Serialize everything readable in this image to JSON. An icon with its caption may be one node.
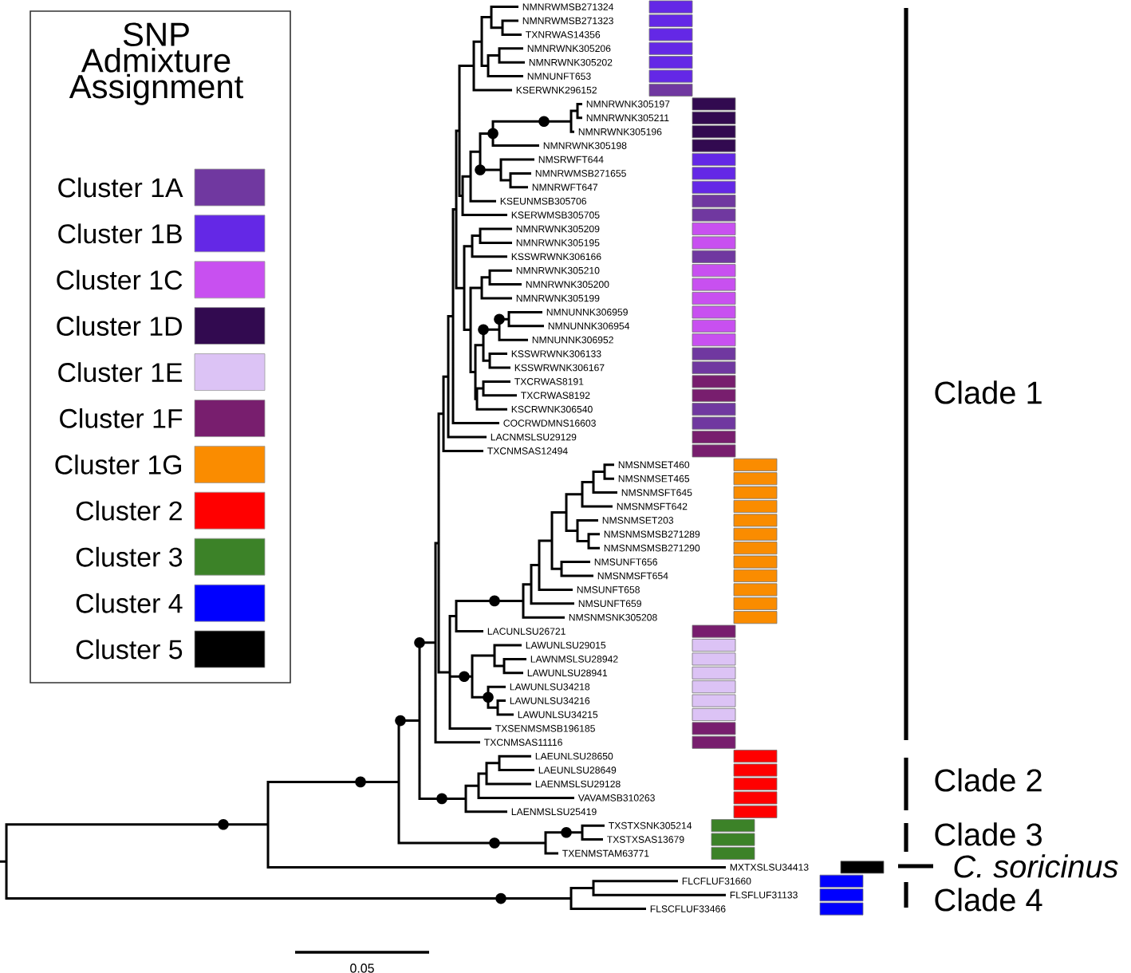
{
  "diagram": {
    "labels": [
      "SNP Admixture Assignment",
      "NMNRWMSB271324",
      "NMNRWMSB271323",
      "TXNRWAS14356",
      "NMNRWNK305206",
      "NMNRWNK305202",
      "NMNUNFT653",
      "KSERWNK296152",
      "NMNRWNK305197",
      "NMNRWNK305211",
      "NMNRWNK305196",
      "NMNRWNK305198",
      "NMSRWFT644",
      "NMNRWMSB271655",
      "NMNRWFT647",
      "KSEUNMSB305706",
      "KSERWMSB305705",
      "NMNRWNK305209",
      "NMNRWNK305195",
      "KSSWRWNK306166",
      "NMNRWNK305210",
      "NMNRWNK305200",
      "NMNRWNK305199",
      "NMNUNNK306959",
      "NMNUNNK306954",
      "NMNUNNK306952",
      "KSSWRWNK306133",
      "KSSWRWNK306167",
      "TXCRWAS8191",
      "TXCRWAS8192",
      "KSCRWNK306540",
      "COCRWDMNS16603",
      "LACNMSLSU29129",
      "TXCNMSAS12494",
      "NMSNMSET460",
      "NMSNMSET465",
      "NMSNMSFT645",
      "NMSNMSFT642",
      "NMSNMSET203",
      "NMSNMSMSB271289",
      "NMSNMSMSB271290",
      "NMSUNFT656",
      "NMSNMSFT654",
      "NMSUNFT658",
      "NMSUNFT659",
      "NMSNMSNK305208",
      "LACUNLSU26721",
      "LAWUNLSU29015",
      "LAWNMSLSU28942",
      "LAWUNLSU28941",
      "LAWUNLSU34218",
      "LAWUNLSU34216",
      "LAWUNLSU34215",
      "TXSENMSMSB196185",
      "TXCNMSAS11116",
      "LAEUNLSU28650",
      "LAEUNLSU28649",
      "LAENMSLSU29128",
      "VAVAMSB310263",
      "LAENMSLSU25419",
      "TXSTXSNK305214",
      "TXSTXSAS13679",
      "TXENMSTAM63771",
      "MXTXSLSU34413",
      "FLCFLUF31660",
      "FLSFLUF31133",
      "FLSCFLUF33466",
      "Clade 1",
      "Clade 2",
      "Clade 3",
      "C. soricinus",
      "Clade 4",
      "0.05"
    ],
    "legend": [
      {
        "text": "Cluster 1A",
        "color": "#7038a0"
      },
      {
        "text": "Cluster 1B",
        "color": "#6428e6"
      },
      {
        "text": "Cluster 1C",
        "color": "#c850f0"
      },
      {
        "text": "Cluster 1D",
        "color": "#320a50"
      },
      {
        "text": "Cluster 1E",
        "color": "#dcc3f5"
      },
      {
        "text": "Cluster 1F",
        "color": "#781e6e"
      },
      {
        "text": "Cluster 1G",
        "color": "#fa8c00"
      },
      {
        "text": "Cluster 2",
        "color": "#ff0000"
      },
      {
        "text": "Cluster 3",
        "color": "#3c8228"
      },
      {
        "text": "Cluster 4",
        "color": "#0000ff"
      },
      {
        "text": "Cluster 5",
        "color": "#000000"
      }
    ]
  }
}
